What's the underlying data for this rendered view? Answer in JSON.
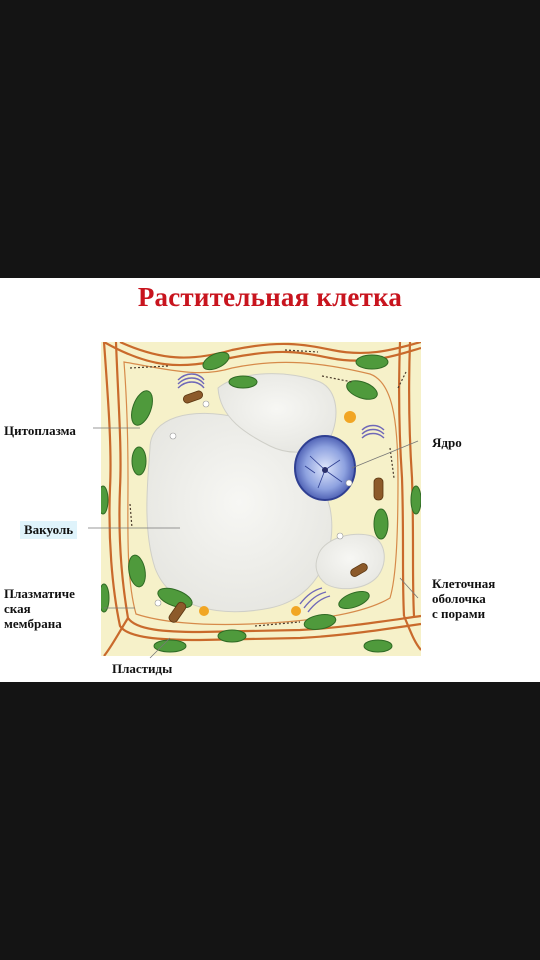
{
  "title": "Растительная клетка",
  "labels": {
    "cytoplasm": "Цитоплазма",
    "vacuole": "Вакуоль",
    "plasma_membrane": [
      "Плазматиче",
      "ская",
      "мембрана"
    ],
    "plastids": "Пластиды",
    "nucleus": "Ядро",
    "cell_wall": [
      "Клеточная",
      "оболочка",
      "с порами"
    ]
  },
  "colors": {
    "background": "#141414",
    "title": "#c8141e",
    "cytoplasm": "#f6f1c9",
    "cell_wall": "#c96a2c",
    "vacuole": "#eeeeea",
    "chloroplast": "#4f9a3c",
    "nucleus": "#5a6fc4"
  }
}
